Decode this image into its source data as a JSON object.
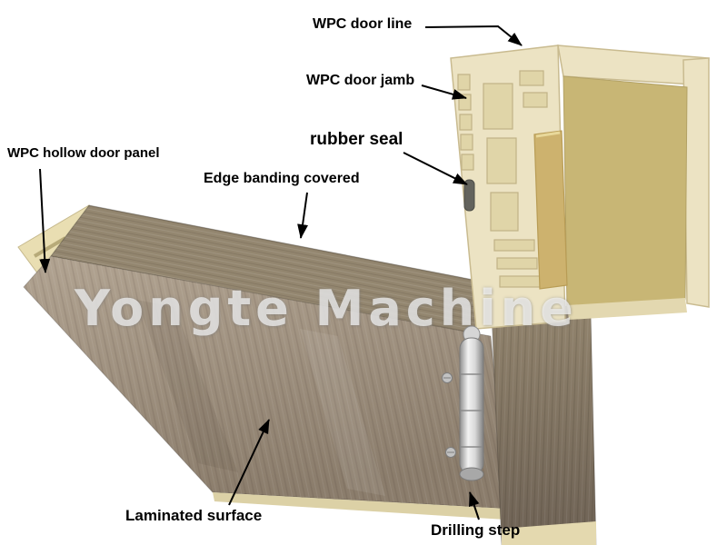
{
  "watermark": "Yongte Machine",
  "labels": {
    "door_line": "WPC door line",
    "door_jamb": "WPC door jamb",
    "rubber_seal": "rubber seal",
    "hollow_panel": "WPC hollow door panel",
    "edge_banding": "Edge banding covered",
    "laminated_surface": "Laminated surface",
    "drilling_step": "Drilling step"
  },
  "colors": {
    "background": "#ffffff",
    "panel_laminate_light": "#b2a492",
    "panel_laminate_dark": "#8b7d6c",
    "edge_banding_face": "#93866f",
    "core_cream": "#e9deb2",
    "bottom_edge_cream": "#dcd1a6",
    "jamb_cream": "#ece3c3",
    "jamb_chamber": "#e0d5a8",
    "jamb_inner_tan": "#c8b675",
    "door_line_wood": "#cdb26e",
    "jamb_board_wood": "#86796a",
    "hinge_metal": "#c9c9c9",
    "rubber_seal_dark": "#63635d",
    "annotation": "#000000"
  }
}
